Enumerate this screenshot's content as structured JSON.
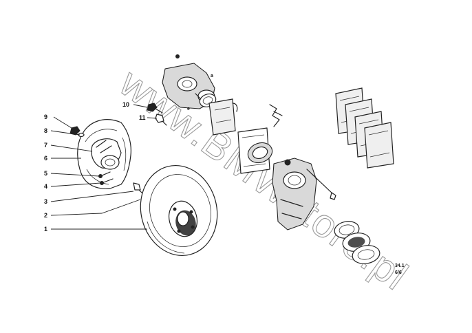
{
  "watermark": "www.BMWstore.pl",
  "part_numbers": [
    "1",
    "2",
    "3",
    "4",
    "5",
    "6",
    "7",
    "8",
    "9",
    "10",
    "11"
  ],
  "diagram_code": {
    "line1": "34.1",
    "line2": "6/6"
  }
}
